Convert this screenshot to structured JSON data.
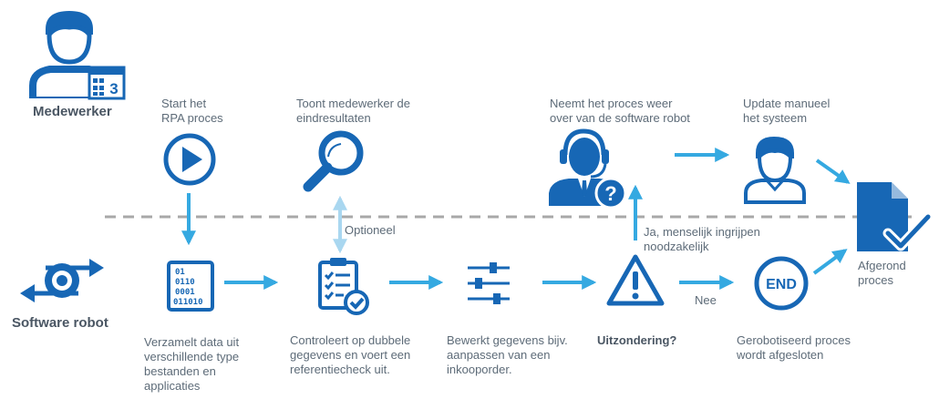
{
  "lanes": {
    "employee": "Medewerker",
    "robot": "Software robot"
  },
  "steps": {
    "start": "Start het\nRPA proces",
    "collect": "Verzamelt data uit\nverschillende type\nbestanden en\napplicaties",
    "results": "Toont medewerker de\neindresultaten",
    "optional": "Optioneel",
    "check": "Controleert op dubbele\ngegevens en voert een\nreferentiecheck uit.",
    "edit": "Bewerkt gegevens bijv.\naanpassen van een\ninkooporder.",
    "exception": "Uitzondering?",
    "takeover": "Neemt het proces weer\nover van de software robot",
    "yes": "Ja, menselijk ingrijpen\nnoodzakelijk",
    "no": "Nee",
    "update": "Update manueel\nhet systeem",
    "closed": "Gerobotiseerd proces\nwordt afgesloten",
    "done": "Afgerond\nproces"
  },
  "icons": {
    "employee": "person-calendar-icon",
    "robot": "robot-gear-icon",
    "start": "play-icon",
    "collect": "binary-data-icon",
    "results": "magnifier-icon",
    "check": "clipboard-check-icon",
    "edit": "sliders-icon",
    "exception": "warning-icon",
    "takeover": "headset-agent-icon",
    "update": "person-icon",
    "closed": "end-icon",
    "done": "document-check-icon"
  },
  "colors": {
    "icon": "#1767b5",
    "arrow": "#35a9e1",
    "optional_arrow": "#a9d7f0",
    "divider": "#a8a8a8",
    "text": "#5d6b78"
  },
  "end_badge": "END",
  "calendar_day": "3"
}
